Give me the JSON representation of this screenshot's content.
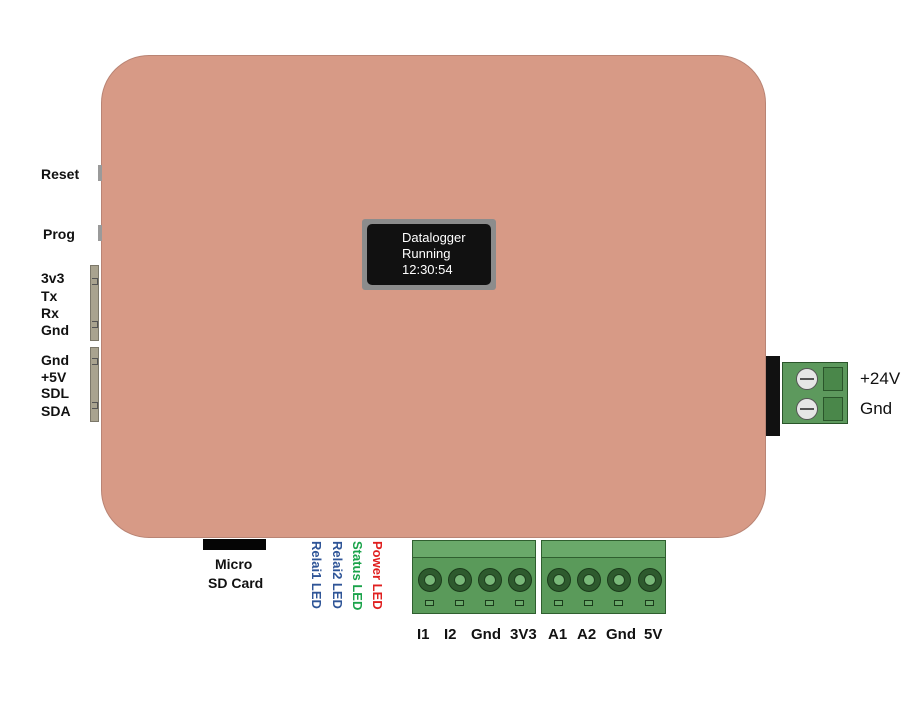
{
  "display": {
    "lines": [
      "Datalogger",
      "Running",
      "12:30:54"
    ]
  },
  "left_labels": {
    "buttons": [
      "Reset",
      "Prog"
    ],
    "serial_header": [
      "3v3",
      "Tx",
      "Rx",
      "Gnd"
    ],
    "i2c_header": [
      "Gnd",
      "+5V",
      "SDL",
      "SDA"
    ]
  },
  "sd_card": {
    "line1": "Micro",
    "line2": "SD Card"
  },
  "leds": [
    {
      "label": "Power LED",
      "color": "#e02020"
    },
    {
      "label": "Status LED",
      "color": "#1aa34a"
    },
    {
      "label": "Relai2 LED",
      "color": "#2f5597"
    },
    {
      "label": "Relai1 LED",
      "color": "#2f5597"
    }
  ],
  "power_terminal": {
    "labels": [
      "+24V",
      "Gnd"
    ]
  },
  "bottom_terminals": {
    "block1": [
      "I1",
      "I2",
      "Gnd",
      "3V3"
    ],
    "block2": [
      "A1",
      "A2",
      "Gnd",
      "5V"
    ]
  },
  "colors": {
    "enclosure": "#d79a86",
    "terminal_green": "#5a9a5a",
    "screen_bg": "#111111"
  }
}
